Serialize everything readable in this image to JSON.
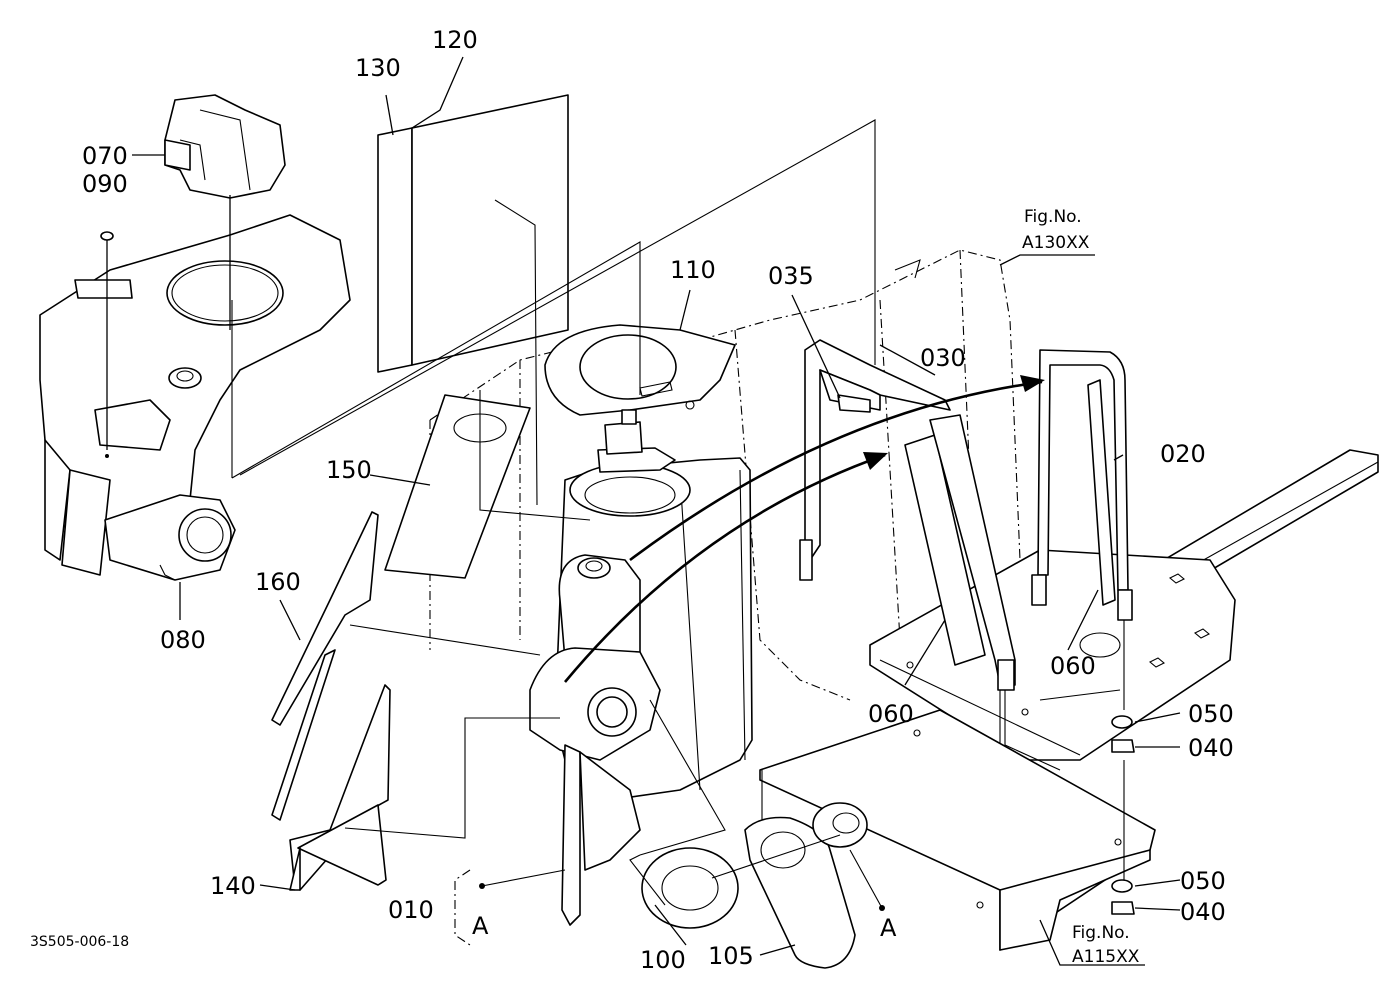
{
  "callouts": {
    "c120": "120",
    "c130": "130",
    "c070": "070",
    "c090": "090",
    "c110": "110",
    "c035": "035",
    "c030": "030",
    "c020": "020",
    "c150": "150",
    "c160": "160",
    "c080": "080",
    "c060a": "060",
    "c060b": "060",
    "c050a": "050",
    "c040a": "040",
    "c050b": "050",
    "c040b": "040",
    "c140": "140",
    "c010": "010",
    "c100": "100",
    "c105": "105",
    "ref_a_left": "A",
    "ref_a_right": "A"
  },
  "figure_refs": {
    "top_line1": "Fig.No.",
    "top_line2": "A130XX",
    "bottom_line1": "Fig.No.",
    "bottom_line2": "A115XX"
  },
  "drawing_code": "3S505-006-18"
}
